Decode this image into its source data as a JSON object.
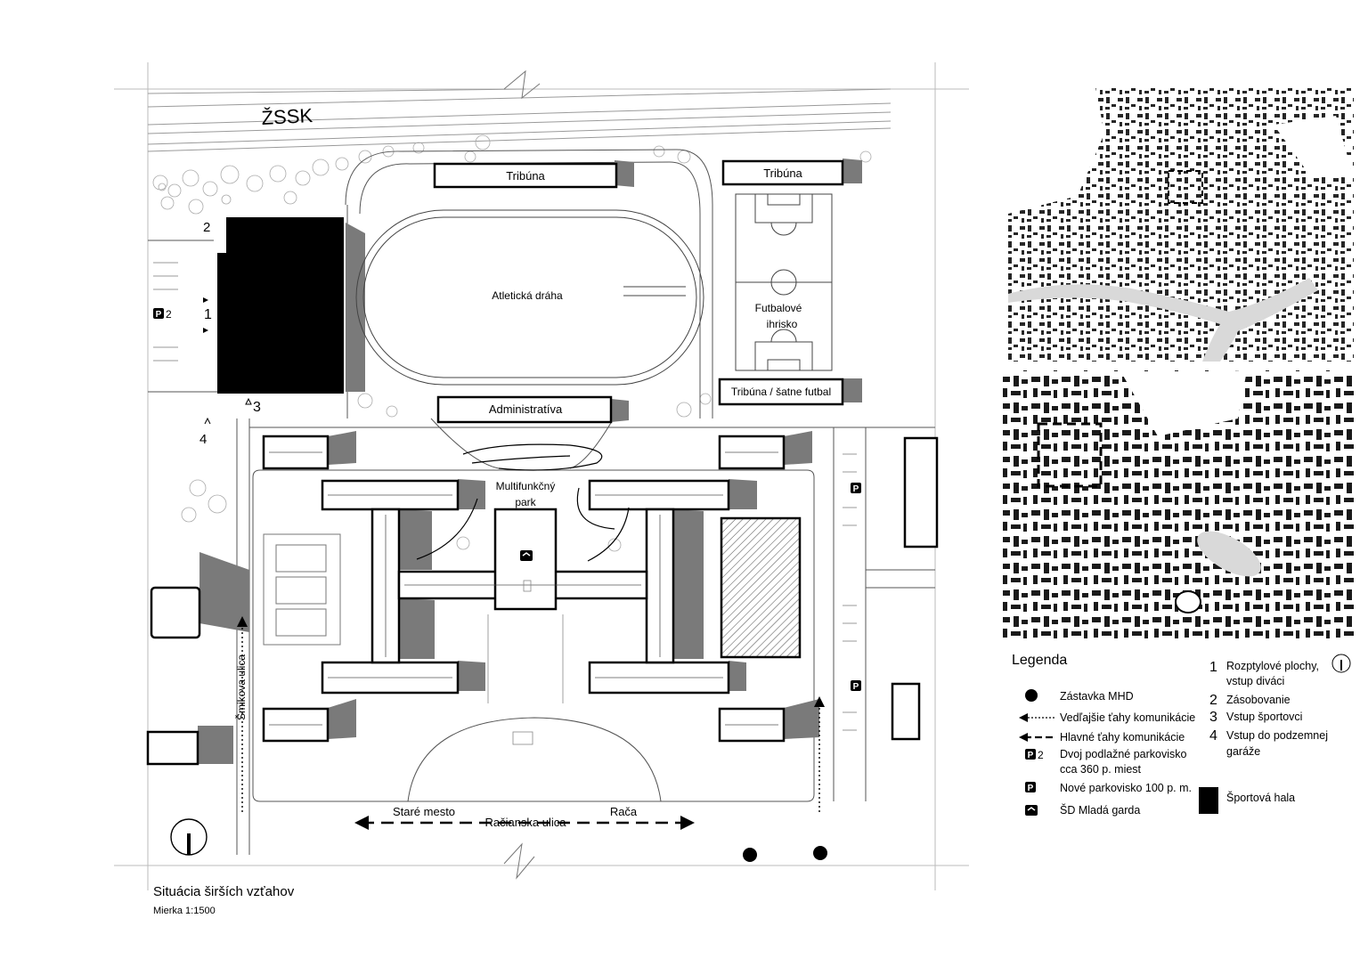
{
  "title": "Situácia širších vzťahov",
  "scale": "Mierka 1:1500",
  "map_labels": {
    "railway": "ŽSSK",
    "tribuna_main": "Tribúna",
    "tribuna_field": "Tribúna",
    "athletics_track": "Atletická dráha",
    "football_field_line1": "Futbalové",
    "football_field_line2": "ihrisko",
    "administrativa": "Administratíva",
    "tribuna_satne": "Tribúna / šatne futbal",
    "multifunction_park_line1": "Multifunkčný",
    "multifunction_park_line2": "park",
    "smikova_street": "Šmikova ulica",
    "old_town": "Staré mesto",
    "street_main": "Račianska ulica",
    "raca": "Rača",
    "marker_1": "1",
    "marker_2": "2",
    "marker_3": "3",
    "marker_4": "4",
    "parking_p2_number": "2",
    "parking_symbol": "P"
  },
  "legend": {
    "heading": "Legenda",
    "items_left": [
      {
        "symbol": "dot",
        "label": "Zástavka MHD"
      },
      {
        "symbol": "dotted-arrow",
        "label": "Vedľajšie ťahy komunikácie"
      },
      {
        "symbol": "dashed-arrow",
        "label": "Hlavné ťahy komunikácie"
      },
      {
        "symbol": "parking-p2",
        "label_line1": "Dvoj podlažné parkovisko",
        "label_line2": "cca 360 p. miest"
      },
      {
        "symbol": "parking-p",
        "label": "Nové parkovisko 100 p. m."
      },
      {
        "symbol": "dorm-icon",
        "label": "ŠD Mladá garda"
      }
    ],
    "items_right": [
      {
        "number": "1",
        "label_line1": "Rozptylové plochy,",
        "label_line2": "vstup diváci"
      },
      {
        "number": "2",
        "label": "Zásobovanie"
      },
      {
        "number": "3",
        "label": "Vstup športovci"
      },
      {
        "number": "4",
        "label_line1": "Vstup do podzemnej",
        "label_line2": "garáže"
      }
    ],
    "sports_hall": "Športová hala"
  },
  "colors": {
    "building_black": "#000000",
    "shadow_gray": "#7a7a7a",
    "line_gray": "#9a9a9a",
    "river_gray": "#d9d9d9"
  },
  "icons": [
    "north-arrow-icon",
    "bus-stop-icon",
    "parking-icon",
    "dorm-icon"
  ]
}
